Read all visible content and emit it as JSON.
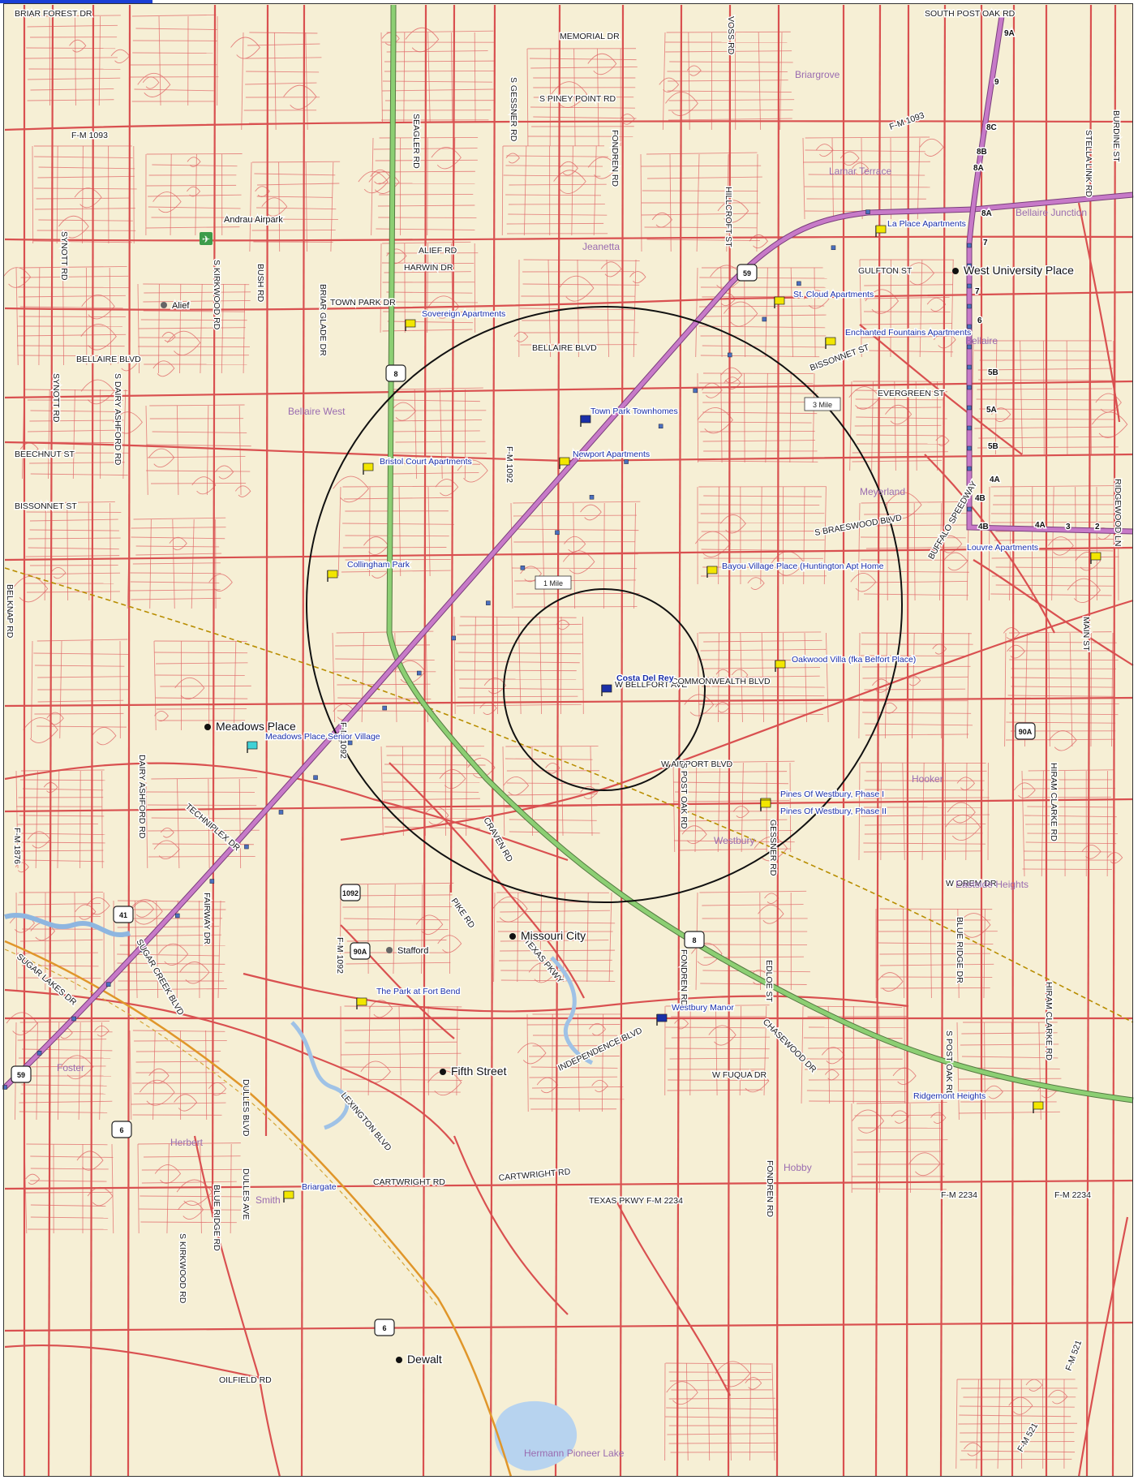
{
  "map": {
    "colors": {
      "background": "#f6efd5",
      "street": "#e06868",
      "arterial": "#d95050",
      "highway_pink": "#c77ac8",
      "highway_green": "#8ccf73",
      "rail": "#e0b000",
      "ring": "#111111"
    },
    "rings": [
      {
        "label": "1 Mile",
        "icon": "ring-1-mile"
      },
      {
        "label": "3 Mile",
        "icon": "ring-3-mile"
      }
    ],
    "road_labels": [
      "BRIAR FOREST DR",
      "MEMORIAL DR",
      "SOUTH POST OAK RD",
      "S PINEY POINT RD",
      "F-M 1093",
      "F-M 1093",
      "SEAGLER RD",
      "S GESSNER RD",
      "FONDREN RD",
      "VOSS RD",
      "HILLCROFT ST",
      "ALIEF RD",
      "HARWIN DR",
      "GULFTON ST",
      "TOWN PARK DR",
      "BELLAIRE BLVD",
      "BELLAIRE BLVD",
      "BISSONNET ST",
      "EVERGREEN ST",
      "BEECHNUT ST",
      "BISSONNET ST",
      "S BRAESWOOD BLVD",
      "W BELLFORT AVE",
      "W AIRPORT BLVD",
      "TECHNIPLEX DR",
      "CRAVEN RD",
      "PIKE RD",
      "TEXAS PKWY",
      "INDEPENDENCE BLVD",
      "W FUQUA DR",
      "CHASEWOOD DR",
      "LEXINGTON BLVD",
      "CARTWRIGHT RD",
      "CARTWRIGHT RD",
      "TEXAS PKWY F-M 2234",
      "F-M 2234",
      "F-M 2234",
      "OILFIELD RD",
      "W OREM DR",
      "S POST OAK RD",
      "HIRAM CLARKE RD",
      "HIRAM CLARKE RD",
      "MAIN ST",
      "STELLA LINK RD",
      "RIDGEWOOD LN",
      "F-M 521",
      "F-M 521",
      "S KIRKWOOD RD",
      "BUSH RD",
      "BRIAR GLADE DR",
      "SYNOTT RD",
      "SYNOTT RD",
      "S DAIRY ASHFORD RD",
      "DAIRY ASHFORD RD",
      "BELKNAP RD",
      "F-M 1876",
      "SUGAR LAKES DR",
      "SUGAR CREEK BLVD",
      "FAIRWAY DR",
      "DULLES BLVD",
      "DULLES AVE",
      "F-M 1092",
      "F-M 1092",
      "F-M 1092",
      "GESSNER RD",
      "BLUE RIDGE DR",
      "BUFFALO SPEEDWAY",
      "S POST OAK RD",
      "FONDREN RD",
      "FONDREN RD",
      "BURDINE ST",
      "EDLOE ST",
      "BLUE RIDGE RD",
      "S KIRKWOOD RD",
      "COMMONWEALTH BLVD",
      "W BELLFORT AVE"
    ],
    "places": [
      {
        "name": "Alief",
        "major": false
      },
      {
        "name": "West University Place",
        "major": true
      },
      {
        "name": "Meadows Place",
        "major": true
      },
      {
        "name": "Stafford",
        "major": false
      },
      {
        "name": "Missouri City",
        "major": true
      },
      {
        "name": "Fifth Street",
        "major": true
      },
      {
        "name": "Dewalt",
        "major": true
      },
      {
        "name": "Andrau Airpark",
        "major": false
      }
    ],
    "areas": [
      "Briargrove",
      "Lamar Terrace",
      "Jeanetta",
      "Bellaire West",
      "Meyerland",
      "Hooker",
      "Westbury",
      "Eastside Heights",
      "Herbert",
      "Hobby",
      "Smith",
      "Foster",
      "Bellaire Junction",
      "Bellaire",
      "Hermann Pioneer Lake"
    ],
    "markers": [
      {
        "name": "Costa Del Rey",
        "type": "subject-flag"
      },
      {
        "name": "Town Park Townhomes",
        "type": "blue-flag"
      },
      {
        "name": "Newport Apartments",
        "type": "yellow-flag"
      },
      {
        "name": "Bristol Court Apartments",
        "type": "yellow-flag"
      },
      {
        "name": "Sovereign Apartments",
        "type": "yellow-flag"
      },
      {
        "name": "Collingham Park",
        "type": "yellow-flag"
      },
      {
        "name": "Meadows Place Senior Village",
        "type": "cyan-flag"
      },
      {
        "name": "La Place Apartments",
        "type": "yellow-flag"
      },
      {
        "name": "St. Cloud Apartments",
        "type": "yellow-flag"
      },
      {
        "name": "Enchanted Fountains Apartments",
        "type": "yellow-flag"
      },
      {
        "name": "Bayou Village Place (Huntington Apt Home",
        "type": "yellow-flag"
      },
      {
        "name": "Louvre Apartments",
        "type": "yellow-flag"
      },
      {
        "name": "Oakwood Villa (fka Belfort Place)",
        "type": "yellow-flag"
      },
      {
        "name": "Pines Of Westbury, Phase I",
        "type": "yellow-flag"
      },
      {
        "name": "Pines Of Westbury, Phase II",
        "type": "yellow-flag"
      },
      {
        "name": "Westbury Manor",
        "type": "blue-flag"
      },
      {
        "name": "The Park at Fort Bend",
        "type": "yellow-flag"
      },
      {
        "name": "Ridgemont Heights",
        "type": "yellow-flag"
      },
      {
        "name": "Briargate",
        "type": "yellow-flag"
      }
    ],
    "shields": [
      "8",
      "8",
      "59",
      "59",
      "90A",
      "90A",
      "41",
      "6",
      "6",
      "1092"
    ],
    "exits": [
      "9A",
      "9",
      "8C",
      "8B",
      "8A",
      "8A",
      "7",
      "7",
      "6",
      "5B",
      "5A",
      "5B",
      "4A",
      "4B",
      "4B",
      "4A",
      "3",
      "2"
    ]
  }
}
